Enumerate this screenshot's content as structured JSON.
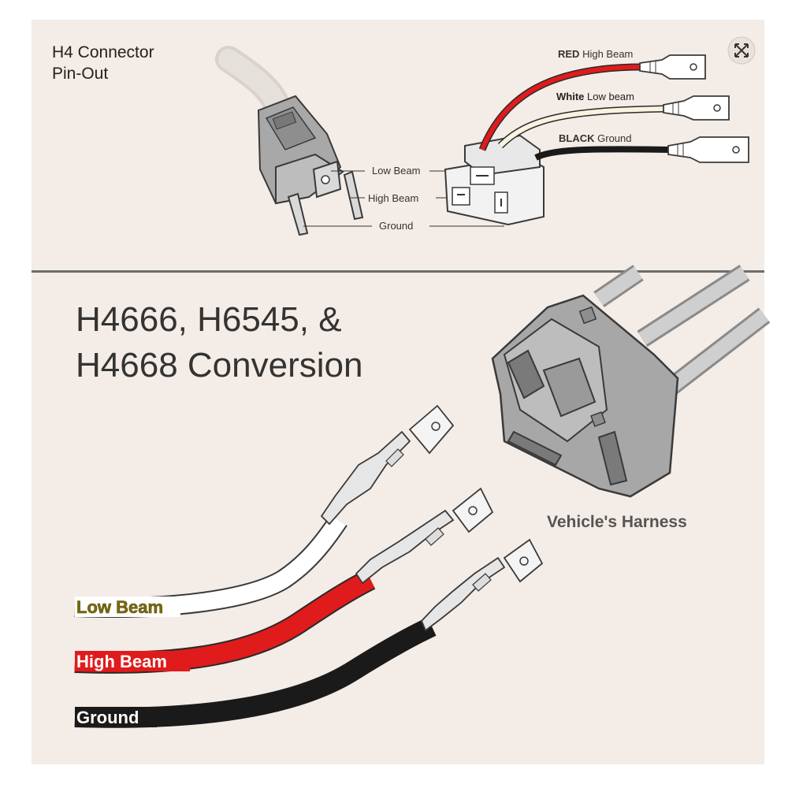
{
  "top_panel": {
    "title_line1": "H4 Connector",
    "title_line2": "Pin-Out",
    "pin_labels": {
      "low_beam": "Low Beam",
      "high_beam": "High Beam",
      "ground": "Ground"
    },
    "wires": [
      {
        "color_word": "RED",
        "function": "High Beam",
        "color": "#e01b1b"
      },
      {
        "color_word": "White",
        "function": "Low beam",
        "color": "#f7f3e0"
      },
      {
        "color_word": "BLACK",
        "function": "Ground",
        "color": "#1a1a1a"
      }
    ],
    "expand_icon": "expand-arrows-icon"
  },
  "bottom_panel": {
    "title_line1": "H4666, H6545, &",
    "title_line2": "H4668 Conversion",
    "harness_label": "Vehicle's Harness",
    "wires": [
      {
        "label": "Low Beam",
        "color": "#ffffff",
        "label_color": "#7a6a10"
      },
      {
        "label": "High Beam",
        "color": "#e01b1b",
        "label_color": "#ffffff"
      },
      {
        "label": "Ground",
        "color": "#1a1a1a",
        "label_color": "#ffffff"
      }
    ]
  },
  "colors": {
    "panel_bg": "#f4ece6",
    "divider": "#6d6d6d",
    "outline": "#3a3a3a"
  }
}
